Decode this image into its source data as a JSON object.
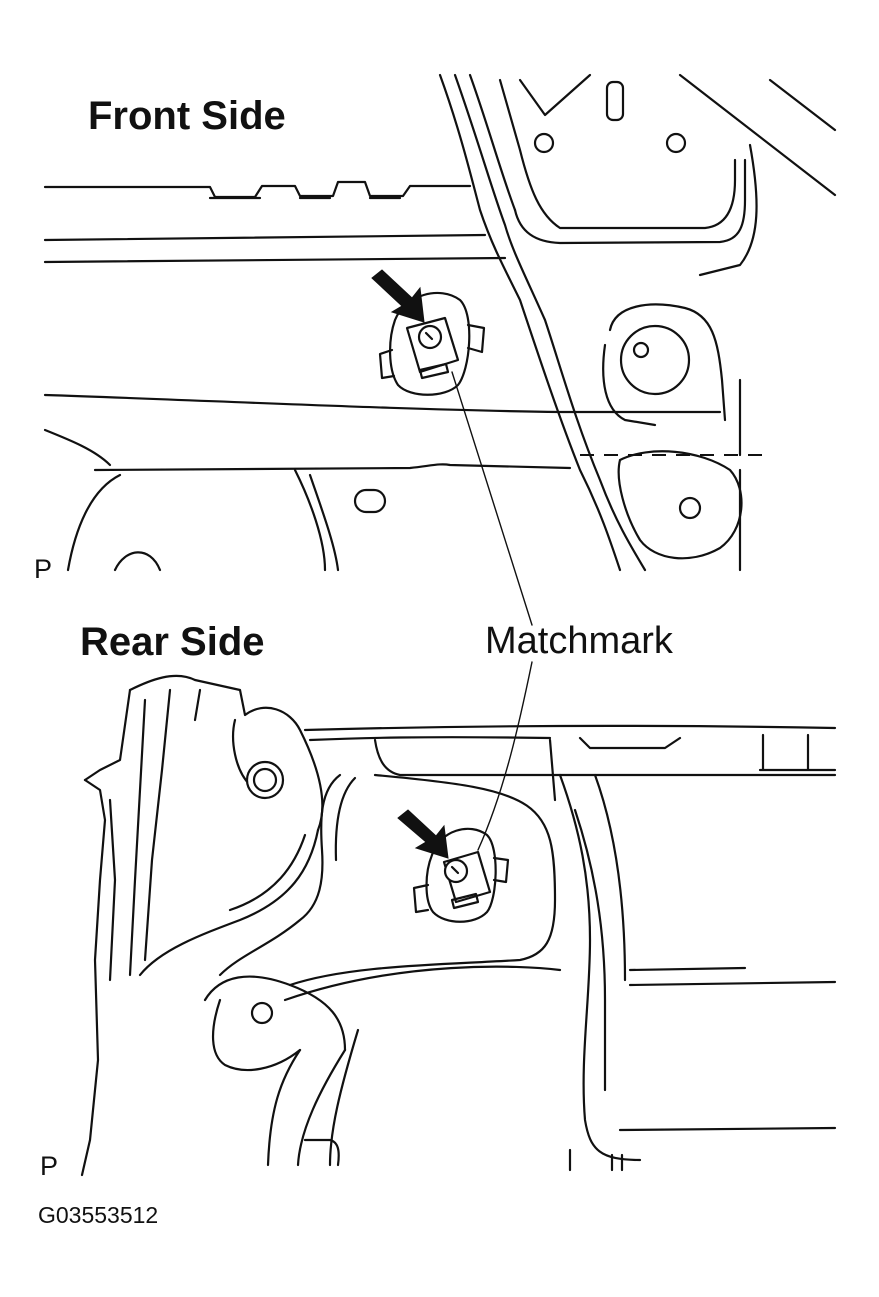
{
  "labels": {
    "front_side": "Front Side",
    "rear_side": "Rear Side",
    "matchmark": "Matchmark",
    "p_front": "P",
    "p_rear": "P",
    "figure_id": "G03553512"
  },
  "icons": {
    "front_arrow": "arrow-icon",
    "rear_arrow": "arrow-icon"
  },
  "colors": {
    "line": "#111111",
    "background": "#ffffff"
  }
}
